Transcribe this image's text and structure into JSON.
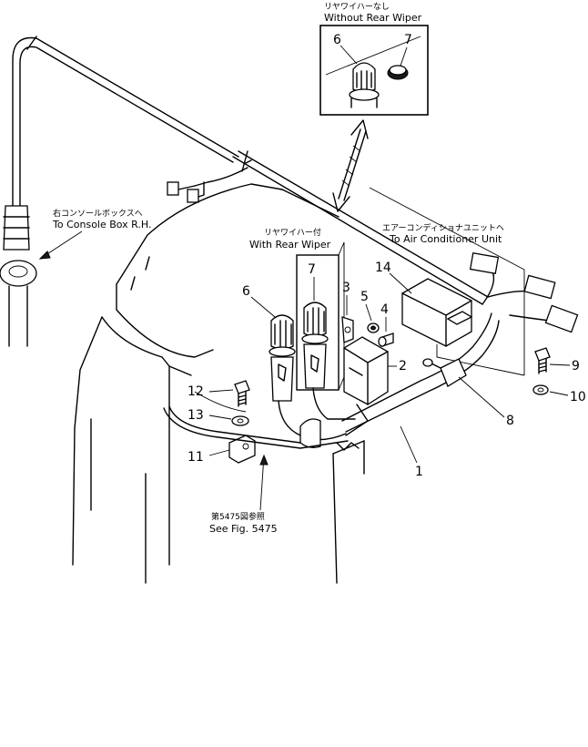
{
  "callouts": {
    "without_rear_wiper_jp": "リヤワイハーなし",
    "without_rear_wiper_en": "Without Rear Wiper",
    "with_rear_wiper_jp": "リヤワイハー付",
    "with_rear_wiper_en": "With Rear Wiper",
    "console_jp": "右コンソールボックスへ",
    "console_en": "To Console Box R.H.",
    "aircon_jp": "エアーコンディショナユニットヘ",
    "aircon_en": "To Air Conditioner Unit",
    "see_fig_jp": "第5475図参照",
    "see_fig_en": "See Fig. 5475"
  },
  "parts": {
    "p1": "1",
    "p2": "2",
    "p3": "3",
    "p4": "4",
    "p5": "5",
    "p6_inset": "6",
    "p7_inset": "7",
    "p6": "6",
    "p7": "7",
    "p8": "8",
    "p9": "9",
    "p10": "10",
    "p11": "11",
    "p12": "12",
    "p13": "13",
    "p14": "14"
  }
}
